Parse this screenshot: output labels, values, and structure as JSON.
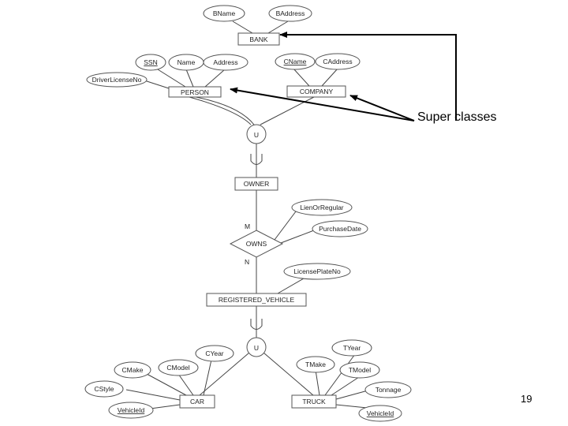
{
  "entities": {
    "bank": "BANK",
    "person": "PERSON",
    "company": "COMPANY",
    "owner": "OWNER",
    "registered_vehicle": "REGISTERED_VEHICLE",
    "car": "CAR",
    "truck": "TRUCK"
  },
  "attributes": {
    "bname": "BName",
    "baddress": "BAddress",
    "ssn": "SSN",
    "name": "Name",
    "address": "Address",
    "driver_license_no": "DriverLicenseNo",
    "cname": "CName",
    "caddress": "CAddress",
    "lien_or_regular": "LienOrRegular",
    "purchase_date": "PurchaseDate",
    "license_plate_no": "LicensePlateNo",
    "cyear": "CYear",
    "cmake": "CMake",
    "cmodel": "CModel",
    "cstyle": "CStyle",
    "car_vehicle_id": "VehicleId",
    "tyear": "TYear",
    "tmake": "TMake",
    "tmodel": "TModel",
    "tonnage": "Tonnage",
    "truck_vehicle_id": "VehicleId"
  },
  "relationship": {
    "owns": "OWNS",
    "card_m": "M",
    "card_n": "N"
  },
  "union": {
    "top": "U",
    "bottom": "U"
  },
  "annotation": {
    "super_classes": "Super classes"
  },
  "slide_number": "19"
}
